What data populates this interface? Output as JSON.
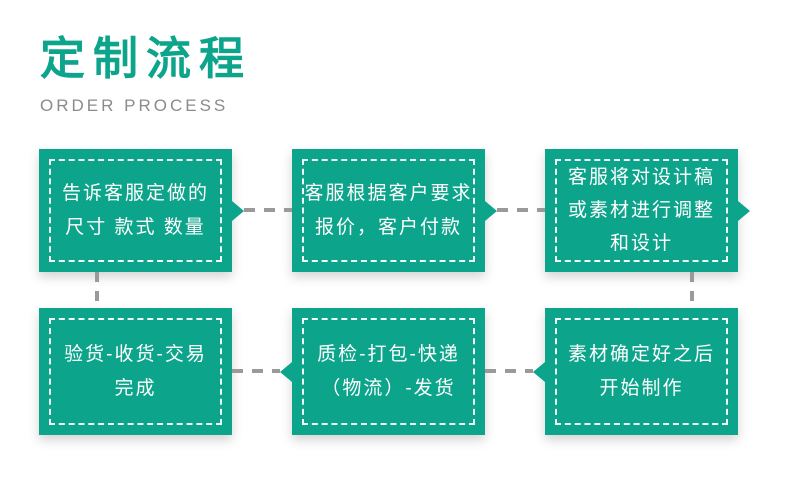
{
  "header": {
    "title": "定制流程",
    "subtitle": "ORDER PROCESS"
  },
  "colors": {
    "primary": "#0CA48B",
    "connector": "#9A9A9A",
    "subtitle": "#8B8B8B",
    "boxtext": "#FFFFFF",
    "background": "#FFFFFF"
  },
  "flow": {
    "steps": [
      {
        "name": "step-1",
        "text": "告诉客服定做的\n尺寸 款式 数量"
      },
      {
        "name": "step-2",
        "text": "客服根据客户要求\n报价，客户付款"
      },
      {
        "name": "step-3",
        "text": "客服将对设计稿\n或素材进行调整\n和设计"
      },
      {
        "name": "step-4",
        "text": "素材确定好之后\n开始制作"
      },
      {
        "name": "step-5",
        "text": "质检-打包-快递\n（物流）-发货"
      },
      {
        "name": "step-6",
        "text": "验货-收货-交易\n完成"
      }
    ]
  }
}
